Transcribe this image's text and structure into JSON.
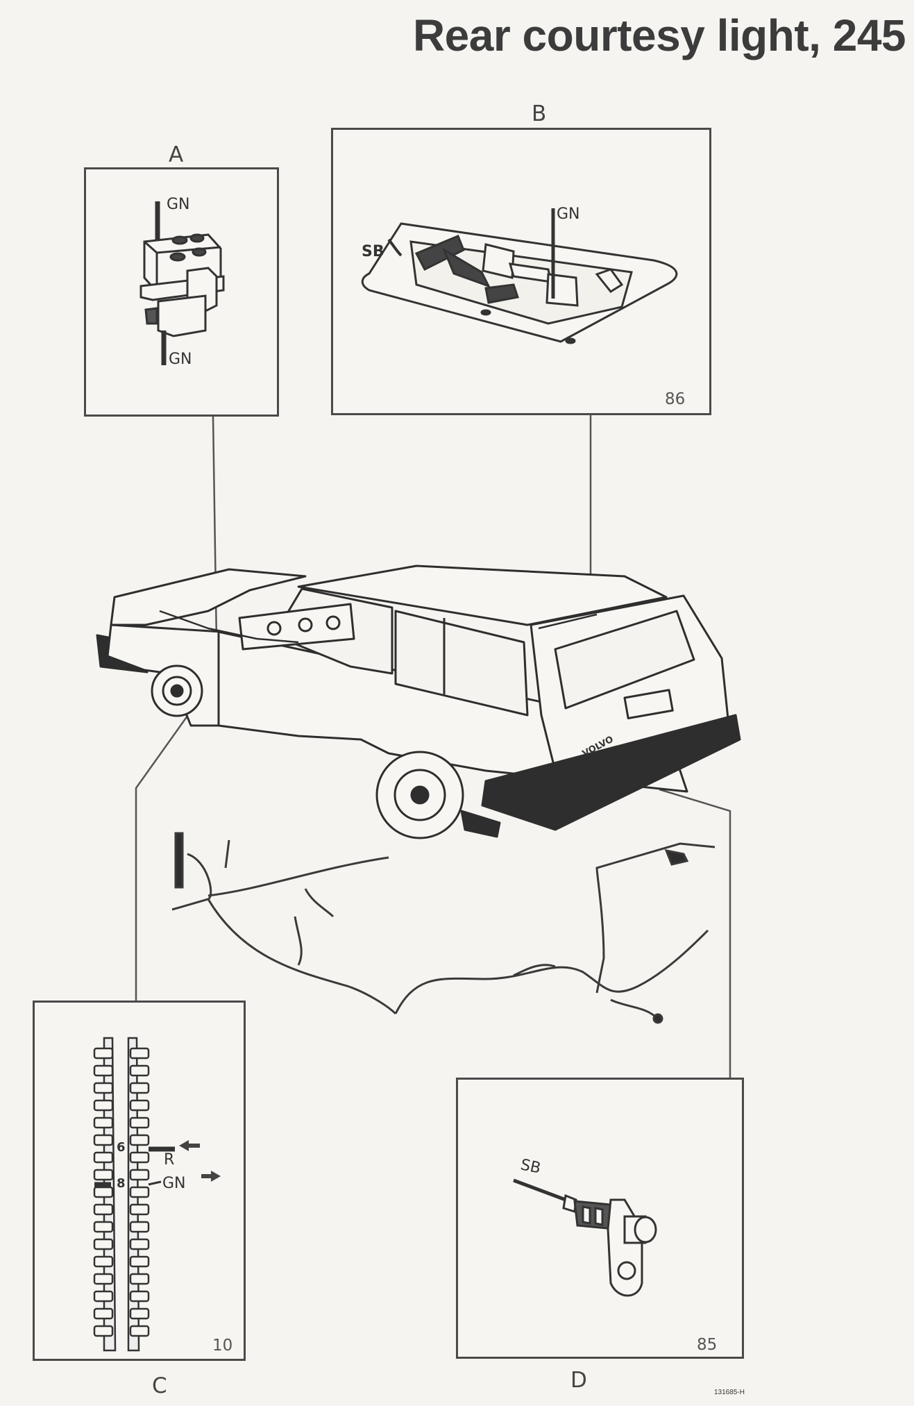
{
  "title": "Rear courtesy light, 245",
  "panels": {
    "a": {
      "letter": "A",
      "wire_top": "GN",
      "wire_bottom": "GN"
    },
    "b": {
      "letter": "B",
      "wire_sb": "SB",
      "wire_gn": "GN",
      "ref": "86"
    },
    "c": {
      "letter": "C",
      "terminal_6": "6",
      "terminal_8": "8",
      "wire_r": "R",
      "wire_gn": "GN",
      "ref": "10"
    },
    "d": {
      "letter": "D",
      "wire_sb": "SB",
      "ref": "85"
    }
  },
  "car_badge": "VOLVO",
  "doc_code": "131685-H"
}
